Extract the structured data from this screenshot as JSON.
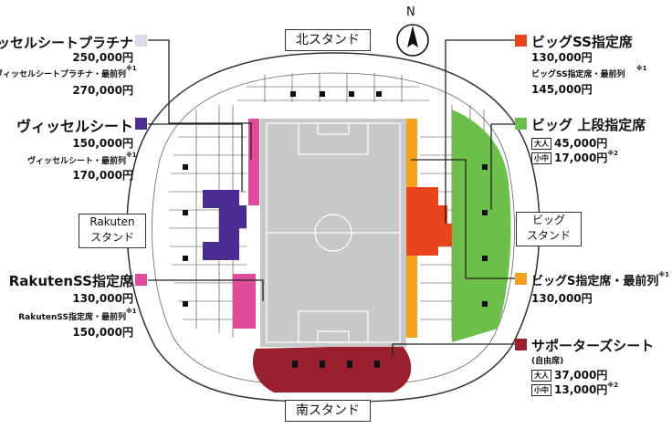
{
  "stands": {
    "north": "北スタンド",
    "south": "南スタンド",
    "rakuten": "Rakuten\nスタンド",
    "big": "ビッグ\nスタンド"
  },
  "compass": "N",
  "colors": {
    "platina": "#d9d9ee",
    "vissel": "#4b2c91",
    "rakutenss": "#e04b9c",
    "bigss": "#e8441d",
    "bigupper": "#6cbf4a",
    "bigs": "#f4a21d",
    "supporter": "#9a1f2f"
  },
  "legend": {
    "platina": {
      "name": "ヴィッセルシートプラチナ",
      "price": "250,000円",
      "front_name": "ヴィッセルシートプラチナ・最前列",
      "front_mark": "※1",
      "front_price": "270,000円"
    },
    "vissel": {
      "name": "ヴィッセルシート",
      "price": "150,000円",
      "front_name": "ヴィッセルシート・最前列",
      "front_mark": "※1",
      "front_price": "170,000円"
    },
    "rakutenss": {
      "name": "RakutenSS指定席",
      "price": "130,000円",
      "front_name": "RakutenSS指定席・最前列",
      "front_mark": "※1",
      "front_price": "150,000円"
    },
    "bigss": {
      "name": "ビッグSS指定席",
      "price": "130,000円",
      "front_name": "ビッグSS指定席・最前列",
      "front_mark": "※1",
      "front_price": "145,000円"
    },
    "bigupper": {
      "name": "ビッグ 上段指定席",
      "adult_tag": "大人",
      "adult_price": "45,000円",
      "child_tag": "小中",
      "child_price": "17,000円",
      "child_mark": "※2"
    },
    "bigs": {
      "name": "ビッグS指定席・最前列",
      "mark": "※1",
      "price": "130,000円"
    },
    "supporter": {
      "name": "サポーターズシート",
      "note": "(自由席)",
      "adult_tag": "大人",
      "adult_price": "37,000円",
      "child_tag": "小中",
      "child_price": "13,000円",
      "child_mark": "※2"
    }
  }
}
